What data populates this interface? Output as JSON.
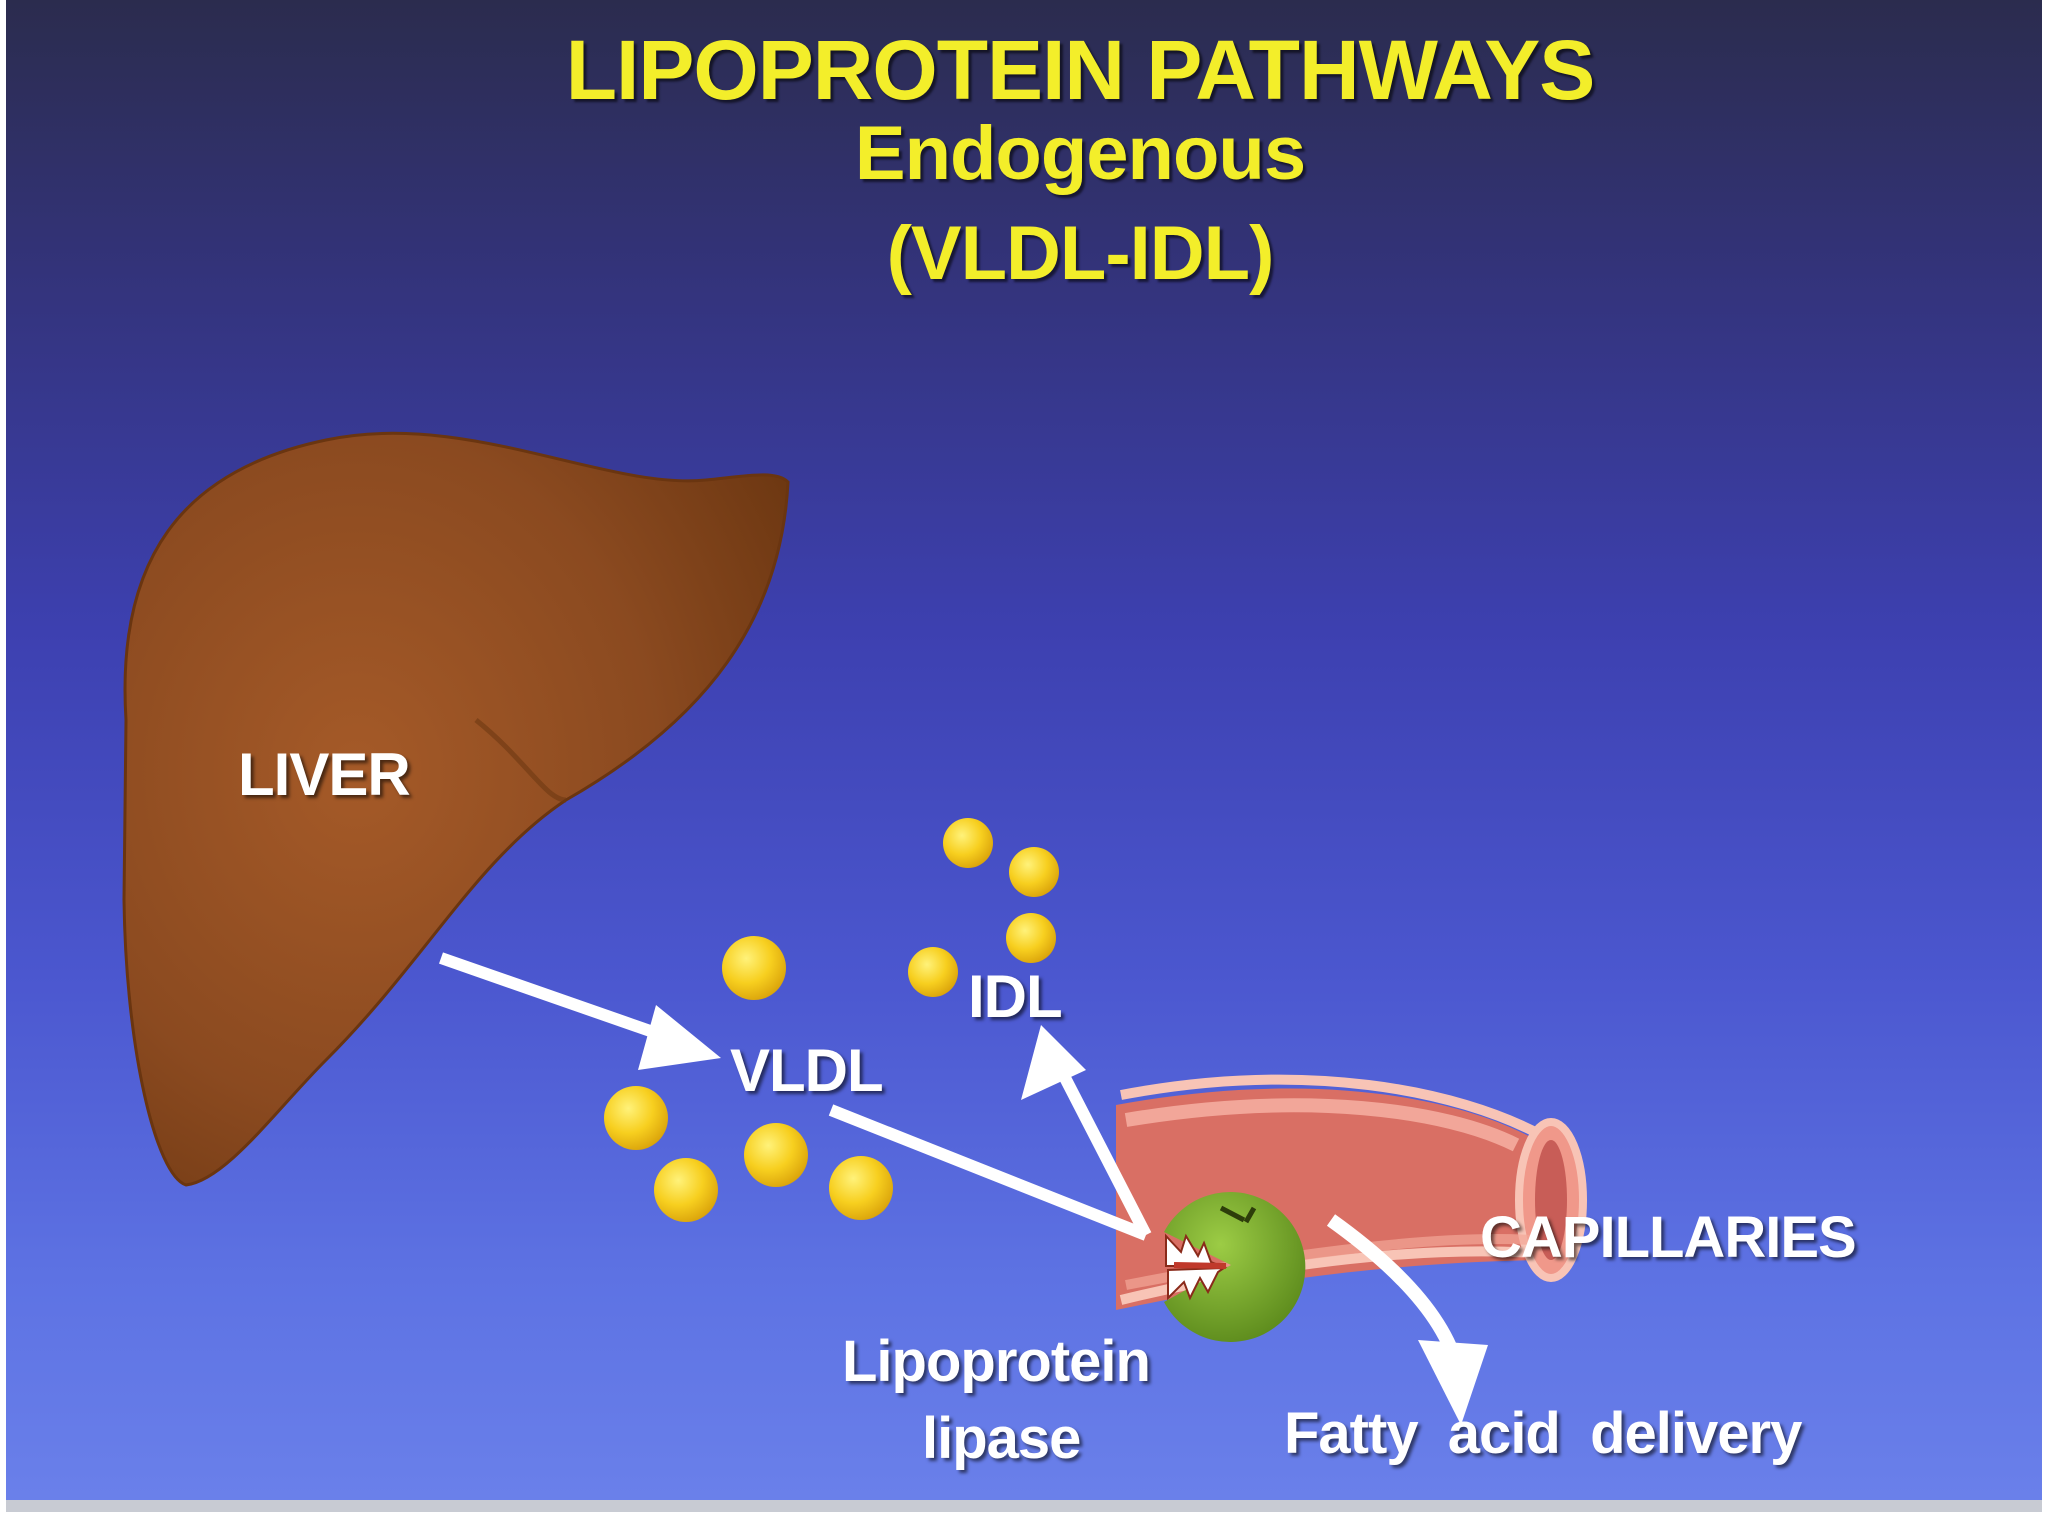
{
  "title": {
    "line1": "LIPOPROTEIN  PATHWAYS",
    "line2": "Endogenous",
    "line3": "(VLDL-IDL)"
  },
  "labels": {
    "liver": "LIVER",
    "vldl": "VLDL",
    "idl": "IDL",
    "capillaries": "CAPILLARIES",
    "lipase_line1": "Lipoprotein",
    "lipase_line2": "lipase",
    "fatty_acid": "Fatty  acid  delivery"
  },
  "colors": {
    "title": "#f3ee2a",
    "liver": "#8b4a20",
    "particle": "#f5c518",
    "capillary": "#f2a08e",
    "enzyme": "#7aa62a",
    "arrow": "#ffffff"
  }
}
